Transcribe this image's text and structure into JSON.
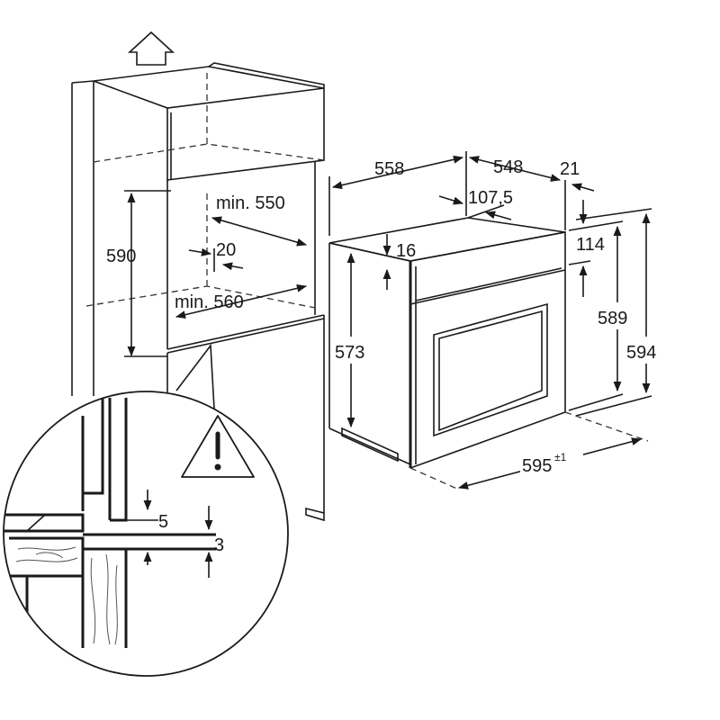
{
  "dimensions": {
    "cabinet_height": "590",
    "cabinet_depth_min": "min. 550",
    "cabinet_gap": "20",
    "cabinet_width_min": "min. 560",
    "oven_depth_total": "558",
    "oven_depth_body": "548",
    "front_thickness": "21",
    "rear_offset": "107,5",
    "top_offset": "16",
    "front_offset": "114",
    "body_height": "573",
    "front_height": "589",
    "total_height": "594",
    "front_width": "595",
    "front_width_tolerance": "±1",
    "detail_gap_top": "5",
    "detail_gap_bottom": "3"
  },
  "icons": {
    "warning": "warning-triangle-icon",
    "arrow": "up-arrow-icon"
  }
}
